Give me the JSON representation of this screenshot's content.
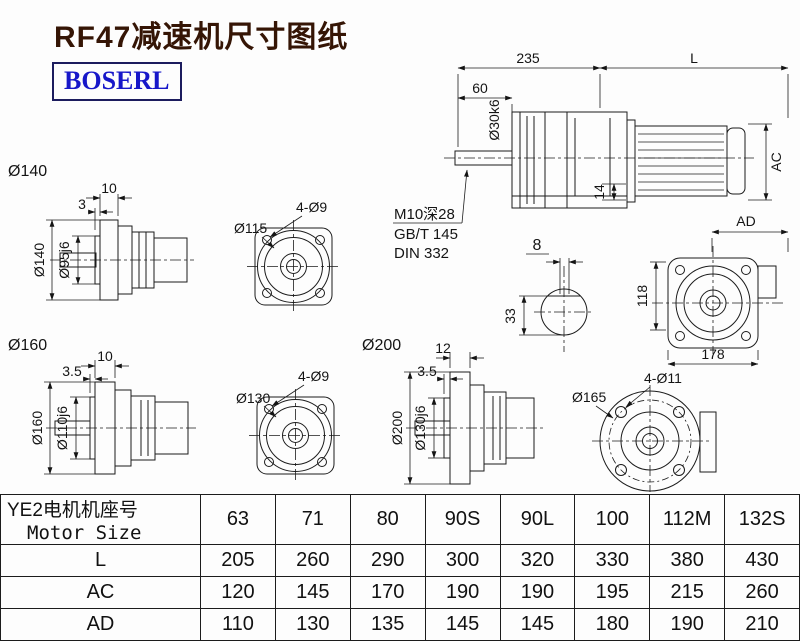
{
  "page": {
    "title": "RF47减速机尺寸图纸",
    "brand": "BOSERL"
  },
  "colors": {
    "title_text": "#351505",
    "brand_text": "#1717c9",
    "brand_border": "#1c1c5e",
    "line": "#1c1c1c",
    "background": "#fdfdfd"
  },
  "labels": {
    "dia140": "Ø140",
    "dia160": "Ø160",
    "dia200": "Ø200",
    "assembly": {
      "d235": "235",
      "L": "L",
      "d60": "60",
      "shaft": "Ø30k6",
      "ac": "AC",
      "d14": "14",
      "ad": "AD"
    },
    "notes": [
      "M10深28",
      "GB/T 145",
      "DIN 332"
    ],
    "key": {
      "d8": "8",
      "d33": "33"
    },
    "rear": {
      "d118": "118",
      "d178": "178"
    },
    "v140": {
      "d10": "10",
      "d3": "3",
      "outer": "Ø140",
      "spigot": "Ø95j6"
    },
    "sq115": {
      "holes": "4-Ø9",
      "dia": "Ø115"
    },
    "v160": {
      "d10": "10",
      "d35": "3.5",
      "outer": "Ø160",
      "spigot": "Ø110j6"
    },
    "sq130": {
      "holes": "4-Ø9",
      "dia": "Ø130"
    },
    "v200": {
      "d12": "12",
      "d35": "3.5",
      "outer": "Ø200",
      "spigot": "Ø130j6"
    },
    "rf165": {
      "holes": "4-Ø11",
      "dia": "Ø165"
    }
  },
  "table": {
    "row_header_line1": "YE2电机机座号",
    "row_header_line2": "Motor Size",
    "sizes": [
      "63",
      "71",
      "80",
      "90S",
      "90L",
      "100",
      "112M",
      "132S"
    ],
    "rows": [
      {
        "label": "L",
        "values": [
          "205",
          "260",
          "290",
          "300",
          "320",
          "330",
          "380",
          "430"
        ]
      },
      {
        "label": "AC",
        "values": [
          "120",
          "145",
          "170",
          "190",
          "190",
          "195",
          "215",
          "260"
        ]
      },
      {
        "label": "AD",
        "values": [
          "110",
          "130",
          "135",
          "145",
          "145",
          "180",
          "190",
          "210"
        ]
      }
    ]
  }
}
